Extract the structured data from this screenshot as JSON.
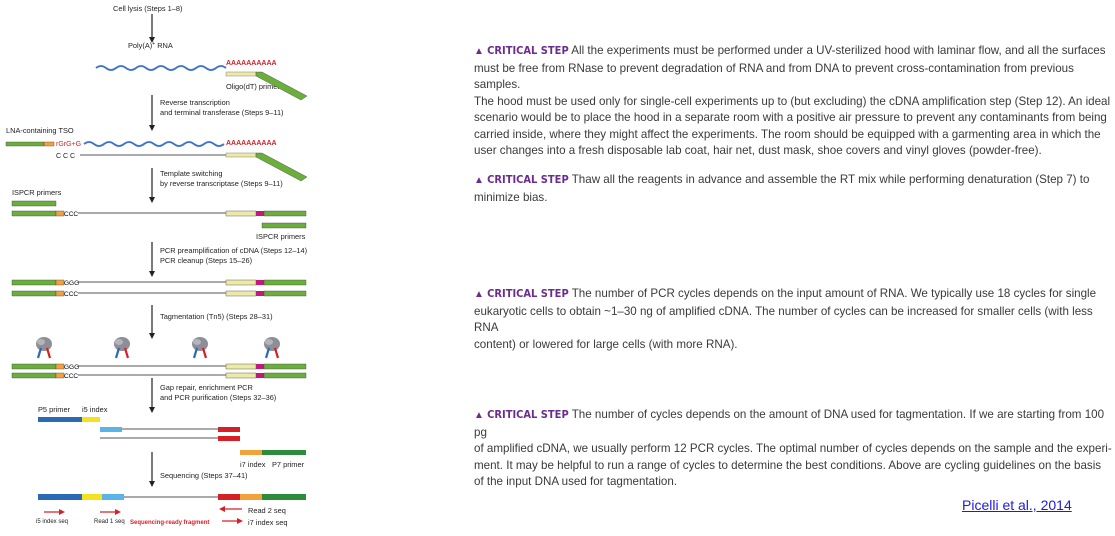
{
  "diagram": {
    "steps": {
      "lysis": "Cell lysis (Steps 1–8)",
      "polya": "Poly(A)",
      "polya_sup": "+",
      "rna": " RNA",
      "polya_tail": "AAAAAAAAAA",
      "oligo": "Oligo(dT) primer",
      "rt_1": "Reverse transcription",
      "rt_2": "and terminal transferase (Steps 9–11)",
      "tso": "LNA-containing TSO",
      "ggg": "rGrG+G",
      "ccc": "C C C",
      "ts_1": "Template switching",
      "ts_2": "by reverse transcriptase (Steps 9–11)",
      "ispcr_top": "ISPCR primers",
      "ccc2": "CCC",
      "ispcr_bottom": "ISPCR primers",
      "pcr_1": "PCR preamplification of cDNA (Steps 12–14)",
      "pcr_2": "PCR cleanup (Steps 15–26)",
      "ggg2": "GGG",
      "ccc3": "CCC",
      "tag": "Tagmentation (Tn5) (Steps 28–31)",
      "ggg3": "GGG",
      "ccc4": "CCC",
      "gap_1": "Gap repair, enrichment PCR",
      "gap_2": "and PCR purification (Steps 32–36)",
      "p5": "P5 primer",
      "i5": "i5 index",
      "i7": "i7 index",
      "p7": "P7 primer",
      "seq": "Sequencing (Steps 37–41)",
      "read2": "Read 2 seq",
      "i5seq": "i5 index seq",
      "read1": "Read 1 seq",
      "ready": "Sequencing-ready fragment",
      "i7seq": "i7 index seq"
    },
    "colors": {
      "green": "#6cae3c",
      "beige": "#eceaa6",
      "magenta": "#c4187a",
      "orange": "#f2a23a",
      "blue": "#2a6ab4",
      "yellow": "#f4e21e",
      "cyan": "#5ab4e6",
      "red": "#d62028",
      "darkgreen": "#2e8b3c",
      "rna": "#3f73c9"
    }
  },
  "notes": [
    {
      "label": "CRITICAL STEP",
      "lines": [
        "All the experiments must be performed under a UV-sterilized hood with laminar flow, and all the surfaces",
        "must be free from RNase to prevent degradation of RNA and from DNA to prevent cross-contamination from previous samples.",
        "The hood must be used only for single-cell experiments up to (but excluding) the cDNA amplification step (Step 12). An ideal",
        "scenario would be to place the hood in a separate room with a positive air pressure to prevent any contaminants from being",
        "carried inside, where they might affect the experiments. The room should be equipped with a garmenting area in which the",
        "user changes into a fresh disposable lab coat, hair net, dust mask, shoe covers and vinyl gloves (powder-free)."
      ]
    },
    {
      "label": "CRITICAL STEP",
      "lines": [
        "Thaw all the reagents in advance and assemble the RT mix while performing denaturation (Step 7) to",
        "minimize bias."
      ]
    },
    {
      "label": "CRITICAL STEP",
      "lines": [
        "The number of PCR cycles depends on the input amount of RNA. We typically use 18 cycles for single",
        "eukaryotic cells to obtain ~1–30 ng of amplified cDNA. The number of cycles can be increased for smaller cells (with less RNA",
        "content) or lowered for large cells (with more RNA)."
      ]
    },
    {
      "label": "CRITICAL STEP",
      "lines": [
        "The number of cycles depends on the amount of DNA used for tagmentation. If we are starting from 100 pg",
        "of amplified cDNA, we usually perform 12 PCR cycles. The optimal number of cycles depends on the sample and the experi-",
        "ment. It may be helpful to run a range of cycles to determine the best conditions. Above are cycling guidelines on the basis",
        "of the input DNA used for tagmentation."
      ]
    }
  ],
  "credit": "Picelli et al., 2014"
}
